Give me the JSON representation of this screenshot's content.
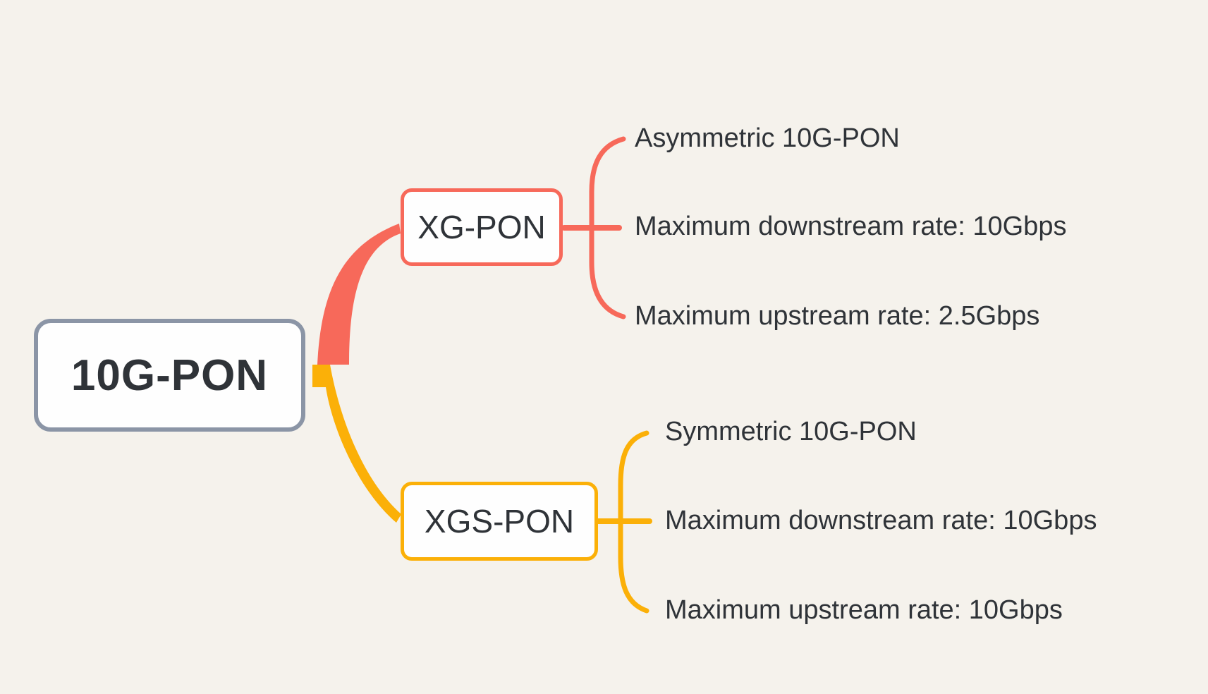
{
  "colors": {
    "canvas_bg": "#f5f2ec",
    "node_bg": "#fefefe",
    "root_border": "#8b95a6",
    "branch1": "#f7695a",
    "branch2": "#fbb008",
    "text": "#2f3338"
  },
  "mindmap": {
    "root": {
      "label": "10G-PON"
    },
    "branches": [
      {
        "label": "XG-PON",
        "color": "#f7695a",
        "children": [
          "Asymmetric 10G-PON",
          "Maximum downstream rate: 10Gbps",
          "Maximum upstream rate: 2.5Gbps"
        ]
      },
      {
        "label": "XGS-PON",
        "color": "#fbb008",
        "children": [
          "Symmetric 10G-PON",
          "Maximum downstream rate: 10Gbps",
          "Maximum upstream rate: 10Gbps"
        ]
      }
    ]
  }
}
